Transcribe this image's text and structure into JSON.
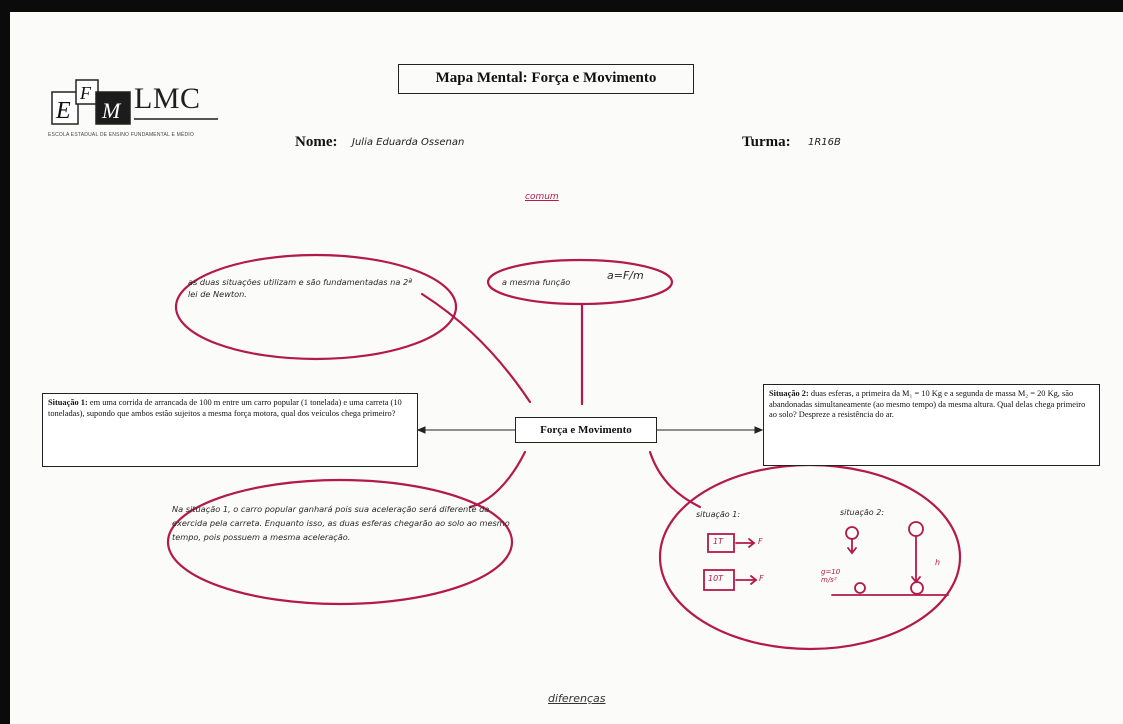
{
  "logo": {
    "letters": "LMC",
    "caption": "ESCOLA ESTADUAL DE ENSINO FUNDAMENTAL E MÉDIO"
  },
  "title": "Mapa Mental: Força e Movimento",
  "nome": {
    "label": "Nome:",
    "value": "Julia Eduarda Ossenan"
  },
  "turma": {
    "label": "Turma:",
    "value": "1R16B"
  },
  "top_heading": "comum",
  "bottom_heading": "diferenças",
  "center": "Força e Movimento",
  "notes": {
    "top_left": "as duas situações utilizam e são fundamentadas na 2ª lei de Newton.",
    "top_middle": "a mesma função",
    "formula": "a=F/m",
    "bottom_left": "Na situação 1, o carro popular ganhará pois sua aceleração será diferente da exercida pela carreta. Enquanto isso, as duas esferas chegarão ao solo ao mesmo tempo, pois possuem a mesma aceleração."
  },
  "situacao1": {
    "title": "Situação 1:",
    "text": "em uma corrida de arrancada de 100 m entre um carro popular (1 tonelada) e uma carreta (10 toneladas), supondo que ambos estão sujeitos a mesma força motora, qual dos veículos chega primeiro?"
  },
  "situacao2": {
    "title": "Situação 2:",
    "text": "duas esferas, a primeira da M₁ = 10 Kg e a segunda de massa M₂ = 20 Kg, são abandonadas simultaneamente (ao mesmo tempo) da mesma altura. Qual delas chega primeiro ao solo? Despreze a resistência do ar."
  },
  "sketch": {
    "label1": "situação 1:",
    "label2": "situação 2:",
    "box1": "1T",
    "box2": "10T",
    "f": "F",
    "g": "g=10 m/s²",
    "h": "h"
  },
  "colors": {
    "pen": "#b3194a",
    "ink": "#222222",
    "paper": "#fbfbf9"
  }
}
